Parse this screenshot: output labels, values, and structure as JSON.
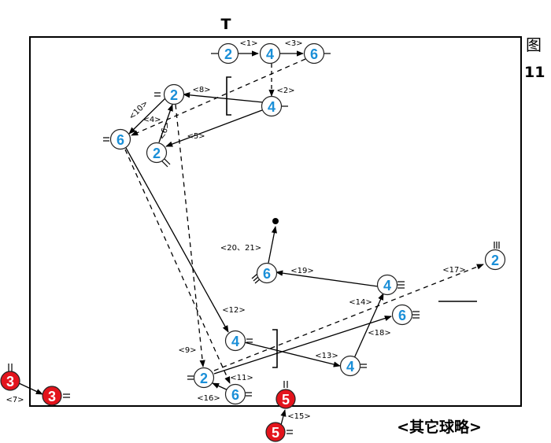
{
  "diagram": {
    "top_mark": "T",
    "side_label": [
      "图",
      "11"
    ],
    "caption": "<其它球略>",
    "colors": {
      "court_line": "#000000",
      "node_fill": "#ffffff",
      "node_text": "#1a8fd8",
      "red_fill": "#e3141c",
      "red_text": "#ffffff"
    },
    "nodes": [
      {
        "id": "n2a",
        "label": "2"
      },
      {
        "id": "n4a",
        "label": "4"
      },
      {
        "id": "n6a",
        "label": "6"
      },
      {
        "id": "n4b",
        "label": "4"
      },
      {
        "id": "n2b",
        "label": "2"
      },
      {
        "id": "n6b",
        "label": "6"
      },
      {
        "id": "n2c",
        "label": "2"
      },
      {
        "id": "n6c",
        "label": "6"
      },
      {
        "id": "n2d",
        "label": "2"
      },
      {
        "id": "n4c",
        "label": "4"
      },
      {
        "id": "n6d",
        "label": "6"
      },
      {
        "id": "n4d",
        "label": "4"
      },
      {
        "id": "n4e",
        "label": "4"
      },
      {
        "id": "n2e",
        "label": "2"
      },
      {
        "id": "n6e",
        "label": "6"
      },
      {
        "id": "r3a",
        "label": "3",
        "red": true
      },
      {
        "id": "r3b",
        "label": "3",
        "red": true
      },
      {
        "id": "r5a",
        "label": "5",
        "red": true
      },
      {
        "id": "r5b",
        "label": "5",
        "red": true
      }
    ],
    "edge_labels": [
      "<1>",
      "<2>",
      "<3>",
      "<4>",
      "<5>",
      "<6>",
      "<7>",
      "<8>",
      "<9>",
      "<10>",
      "<11>",
      "<12>",
      "<13>",
      "<14>",
      "<15>",
      "<16>",
      "<17>",
      "<18>",
      "<19>",
      "<20、21>"
    ]
  }
}
